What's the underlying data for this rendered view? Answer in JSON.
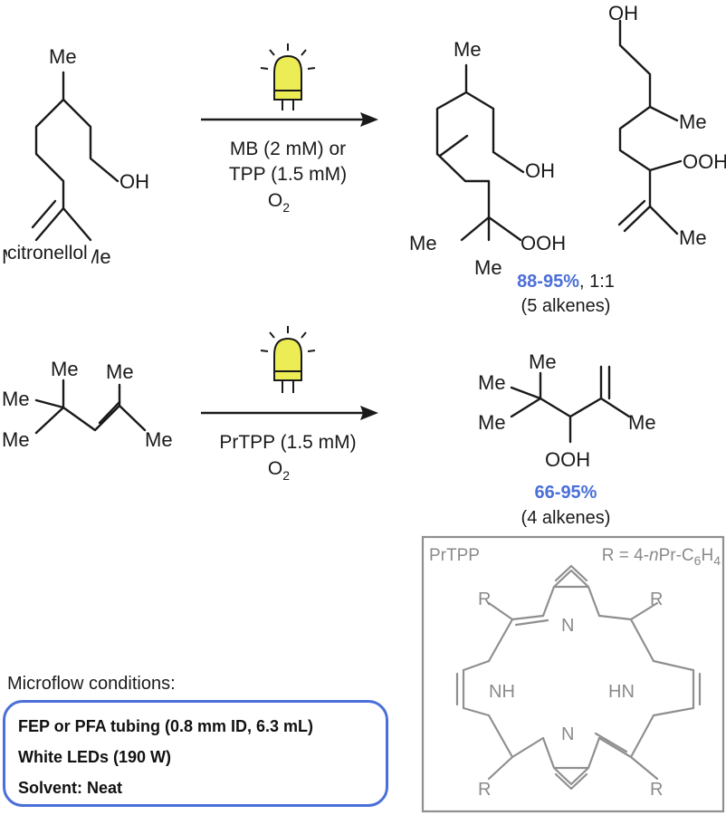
{
  "reaction1": {
    "substrate_label": "citronellol",
    "conditions": [
      "MB (2 mM) or",
      "TPP (1.5 mM)"
    ],
    "oxidant": "O",
    "oxidant_sub": "2",
    "yield": "88-95%",
    "ratio": ", 1:1",
    "scope": "(5 alkenes)"
  },
  "reaction2": {
    "conditions": [
      "PrTPP (1.5 mM)"
    ],
    "oxidant": "O",
    "oxidant_sub": "2",
    "yield": "66-95%",
    "scope": "(4 alkenes)"
  },
  "atoms": {
    "me": "Me",
    "oh": "OH",
    "ooh": "OOH",
    "n": "N",
    "nh": "NH",
    "hn": "HN",
    "r": "R"
  },
  "catalyst": {
    "name": "PrTPP",
    "r_def_prefix": "R = 4-",
    "r_def_italic": "n",
    "r_def_mid": "Pr-C",
    "r_def_sub": "6",
    "r_def_tail": "H",
    "r_def_sub2": "4"
  },
  "microflow": {
    "title": "Microflow conditions:",
    "lines": [
      "FEP or PFA tubing (0.8 mm ID, 6.3 mL)",
      "White LEDs (190 W)",
      "Solvent: Neat"
    ]
  },
  "colors": {
    "accent": "#4a6fd8",
    "catalyst_grey": "#8f8f8f",
    "lamp": "#e8e84a"
  }
}
